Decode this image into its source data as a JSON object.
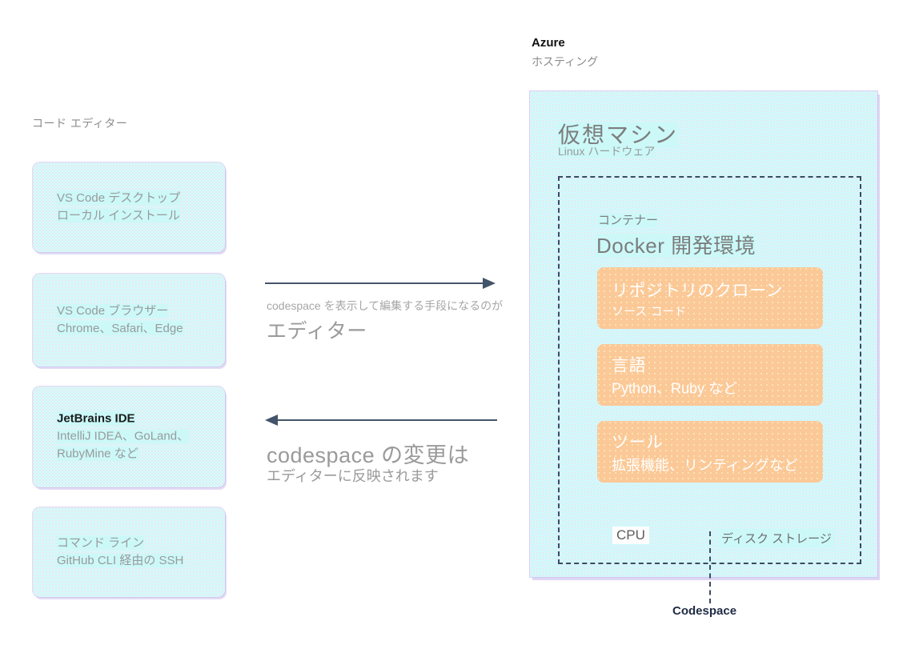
{
  "left_section": {
    "label": "コード エディター",
    "cards": [
      {
        "name": "vscode-desktop",
        "title": "VS Code デスクトップ",
        "subtitle": "ローカル インストール",
        "bold_title": false
      },
      {
        "name": "vscode-browser",
        "title": "VS Code ブラウザー",
        "subtitle": "Chrome、Safari、Edge",
        "bold_title": false
      },
      {
        "name": "jetbrains-ide",
        "title": "JetBrains IDE",
        "subtitle": "IntelliJ IDEA、GoLand、",
        "subtitle2": "RubyMine など",
        "bold_title": true
      },
      {
        "name": "command-line",
        "title": "コマンド ライン",
        "subtitle": "GitHub CLI 経由の SSH",
        "bold_title": false
      }
    ]
  },
  "arrows": {
    "right": {
      "icon": "arrow-right-icon",
      "caption_small": "codespace を表示して編集する手段になるのが",
      "caption_big": "エディター"
    },
    "left": {
      "icon": "arrow-left-icon",
      "caption_big": "codespace の変更は",
      "caption_small": "エディターに反映されます"
    }
  },
  "azure": {
    "title": "Azure",
    "subtitle": "ホスティング"
  },
  "vm": {
    "title": "仮想マシン",
    "subtitle": "Linux ハードウェア",
    "cpu_label": "CPU",
    "disk_label": "ディスク ストレージ"
  },
  "container": {
    "label": "コンテナー",
    "title": "Docker 開発環境",
    "cards": [
      {
        "name": "repository-clone",
        "title": "リポジトリのクローン",
        "subtitle": "ソース コード"
      },
      {
        "name": "language",
        "title": "言語",
        "subtitle": "Python、Ruby など"
      },
      {
        "name": "tools",
        "title": "ツール",
        "subtitle": "拡張機能、リンティングなど"
      }
    ]
  },
  "codespace": {
    "label": "Codespace"
  },
  "colors": {
    "cyan_fill": "#d4fbfb",
    "cyan_highlight": "#ccf8f8",
    "orange_fill": "#fbc897",
    "arrow": "#44546a",
    "dashed_border": "#3c4a63",
    "gray_text": "#9a9a9a",
    "navy_text": "#1f2a44"
  }
}
